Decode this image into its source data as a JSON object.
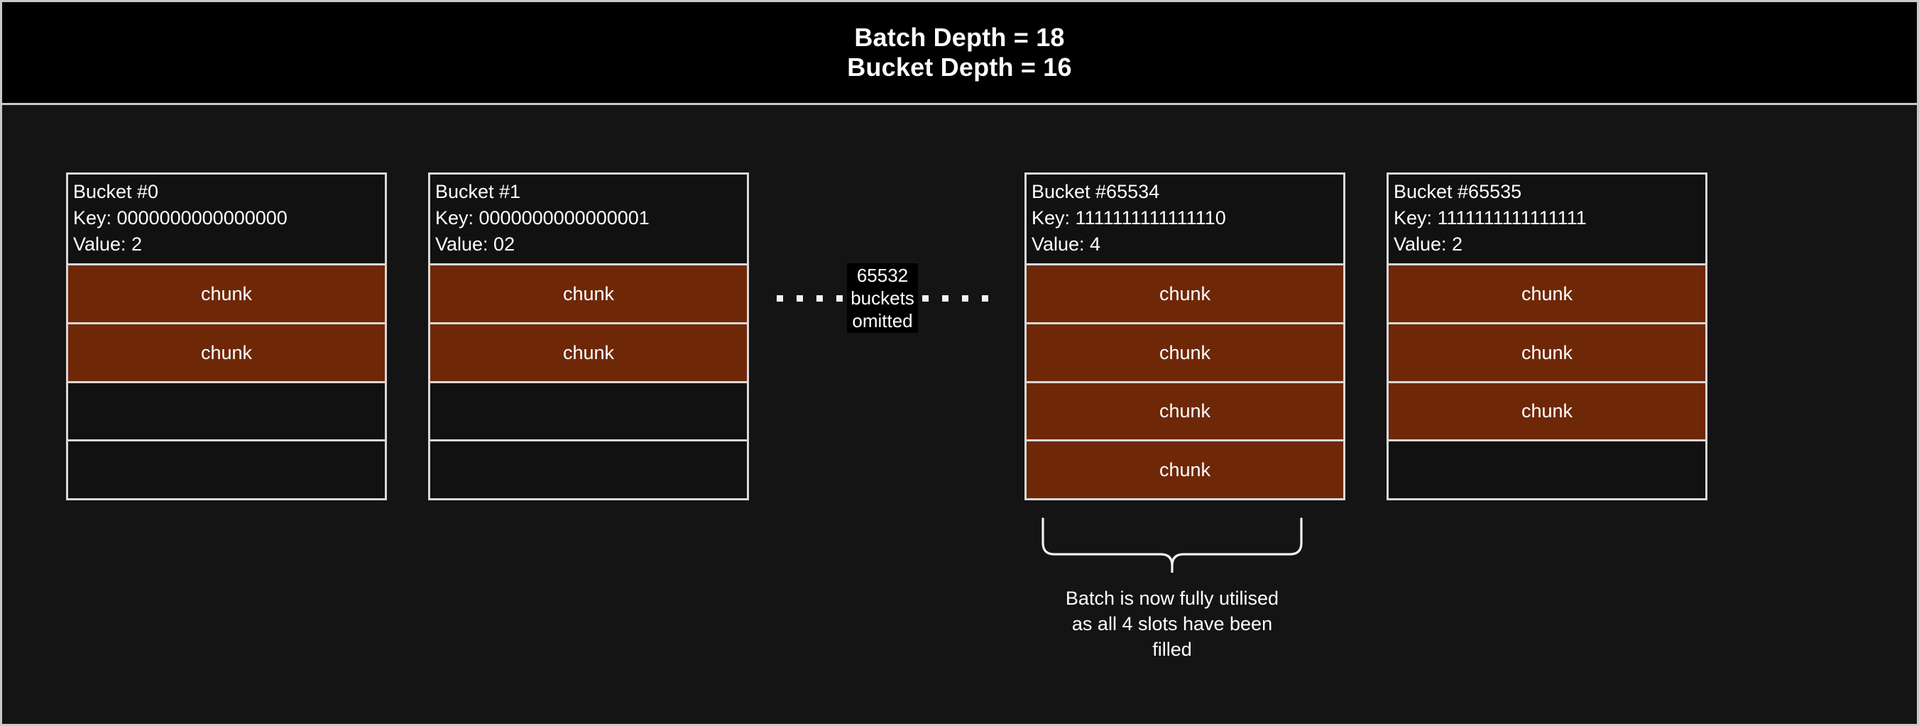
{
  "header": {
    "line1": "Batch Depth = 18",
    "line2": "Bucket Depth = 16"
  },
  "colors": {
    "page_background": "#141414",
    "header_background": "#000000",
    "frame": "#c9c9c9",
    "box_border": "#d8d8d8",
    "chunk_fill": "#6e2808",
    "empty_fill": "#111111",
    "text": "#ffffff"
  },
  "slot_label": "chunk",
  "buckets": [
    {
      "title": "Bucket #0",
      "key": "Key: 0000000000000000",
      "value": "Value: 2",
      "slots": [
        "filled",
        "filled",
        "empty",
        "empty"
      ]
    },
    {
      "title": "Bucket #1",
      "key": "Key: 0000000000000001",
      "value": "Value: 02",
      "slots": [
        "filled",
        "filled",
        "empty",
        "empty"
      ]
    },
    {
      "title": "Bucket #65534",
      "key": "Key: 1111111111111110",
      "value": "Value: 4",
      "slots": [
        "filled",
        "filled",
        "filled",
        "filled"
      ]
    },
    {
      "title": "Bucket #65535",
      "key": "Key: 1111111111111111",
      "value": "Value: 2",
      "slots": [
        "filled",
        "filled",
        "filled",
        "empty"
      ]
    }
  ],
  "omitted": {
    "count_line": "65532",
    "unit_line": "buckets",
    "state_line": "omitted"
  },
  "annotation": {
    "line1": "Batch is now fully utilised",
    "line2": "as all 4 slots have been",
    "line3": "filled"
  }
}
